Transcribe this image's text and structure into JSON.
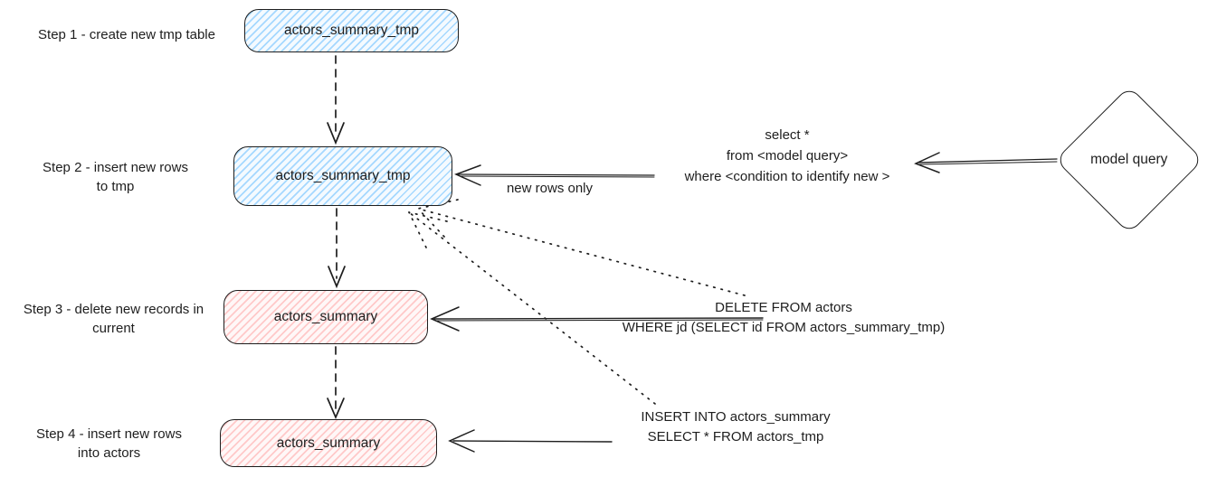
{
  "colors": {
    "stroke": "#1e1e1e",
    "blue_fill": "#a5d8ff",
    "red_fill": "#ffc9c9",
    "background": "#ffffff"
  },
  "steps": [
    {
      "label": "Step 1 - create new tmp table",
      "table": "actors_summary_tmp",
      "fill": "blue"
    },
    {
      "label": "Step 2 - insert new rows\nto tmp",
      "table": "actors_summary_tmp",
      "fill": "blue"
    },
    {
      "label": "Step 3 - delete new records in\ncurrent",
      "table": "actors_summary",
      "fill": "red"
    },
    {
      "label": "Step 4 - insert new rows\ninto actors",
      "table": "actors_summary",
      "fill": "red"
    }
  ],
  "annotations": {
    "model_query_label": "model query",
    "select_query": "select *\nfrom <model query>\nwhere <condition to identify new >",
    "new_rows_label": "new rows only",
    "delete_sql": "DELETE FROM actors\nWHERE jd (SELECT id FROM actors_summary_tmp)",
    "insert_sql": "INSERT INTO actors_summary\nSELECT * FROM actors_tmp"
  }
}
